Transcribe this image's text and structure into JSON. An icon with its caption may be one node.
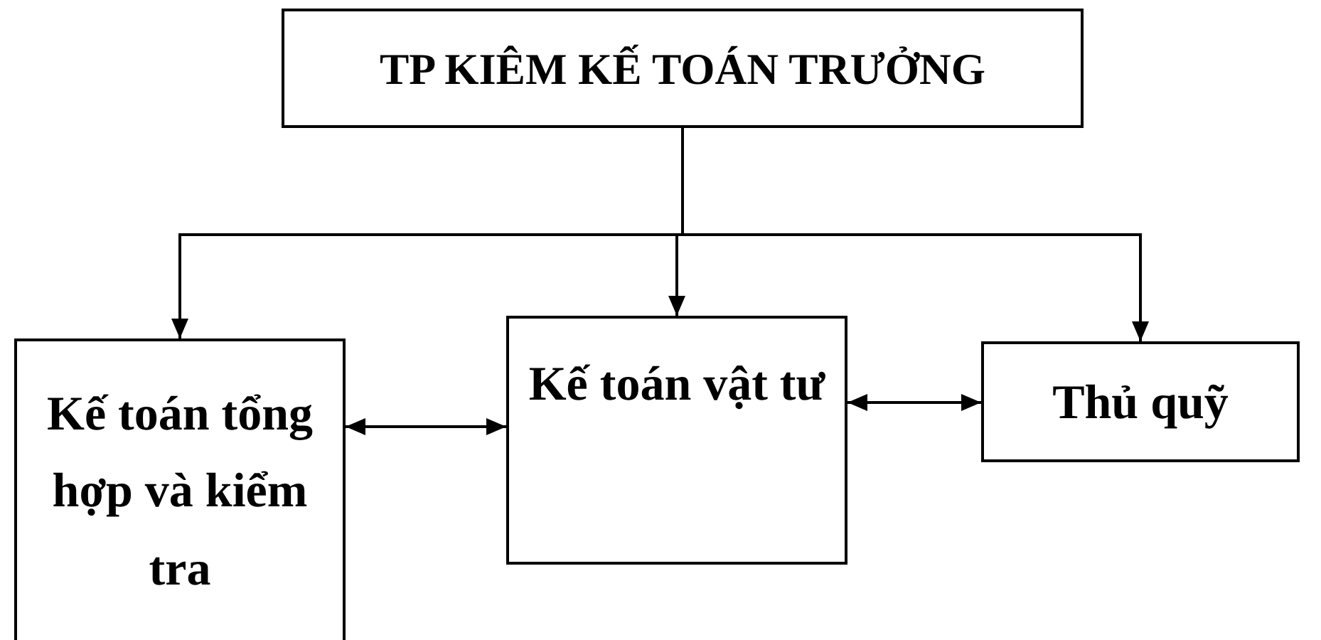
{
  "diagram": {
    "nodes": [
      {
        "text": [
          "TP KIÊM KẾ TOÁN TRƯỞNG"
        ]
      },
      {
        "text": [
          "Kế toán tổng hợp và kiểm tra"
        ]
      },
      {
        "text": [
          "Kế toán vật tư"
        ]
      },
      {
        "text": [
          "Thủ quỹ"
        ]
      }
    ],
    "edges": [
      {
        "from": 0,
        "to": 1,
        "arrow": "to"
      },
      {
        "from": 0,
        "to": 2,
        "arrow": "to"
      },
      {
        "from": 0,
        "to": 3,
        "arrow": "to"
      },
      {
        "from": 1,
        "to": 2,
        "arrow": "both"
      },
      {
        "from": 2,
        "to": 3,
        "arrow": "both"
      }
    ]
  }
}
